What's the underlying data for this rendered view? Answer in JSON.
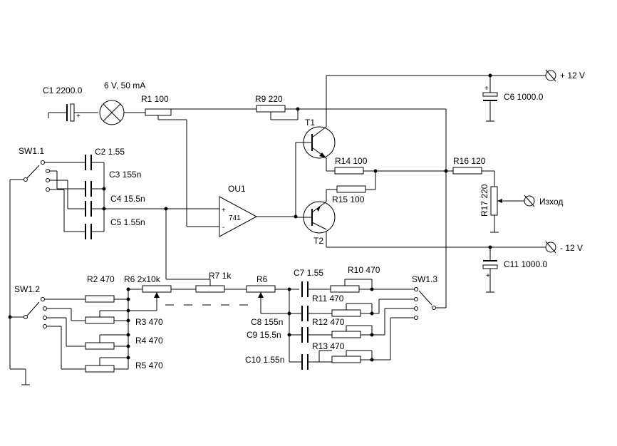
{
  "labels": {
    "c1": "C1 2200.0",
    "lamp": "6 V, 50 mA",
    "r1": "R1 100",
    "r9": "R9 220",
    "vplus": "+ 12 V",
    "c6": "C6 1000.0",
    "t1": "T1",
    "r14": "R14 100",
    "r16": "R16 120",
    "r17": "R17 220",
    "output": "Изход",
    "r15": "R15 100",
    "t2": "T2",
    "vminus": "- 12 V",
    "c11": "C11 1000.0",
    "sw11": "SW1.1",
    "c2": "C2 1.55",
    "c3": "C3 155n",
    "c4": "C4 15.5n",
    "c5": "C5 1.55n",
    "ou1": "OU1",
    "opamp": "741",
    "sw12": "SW1.2",
    "r2": "R2 470",
    "r6a": "R6 2x10k",
    "r7": "R7 1k",
    "r6b": "R6",
    "c7": "C7 1.55",
    "r10": "R10 470",
    "sw13": "SW1.3",
    "r3": "R3 470",
    "r11": "R11 470",
    "c8": "C8 155n",
    "r4": "R4 470",
    "c9": "C9 15.5n",
    "r12": "R12 470",
    "r13": "R13 470",
    "c10": "C10 1.55n",
    "r5": "R5 470",
    "plus": "+",
    "minus": "-"
  }
}
